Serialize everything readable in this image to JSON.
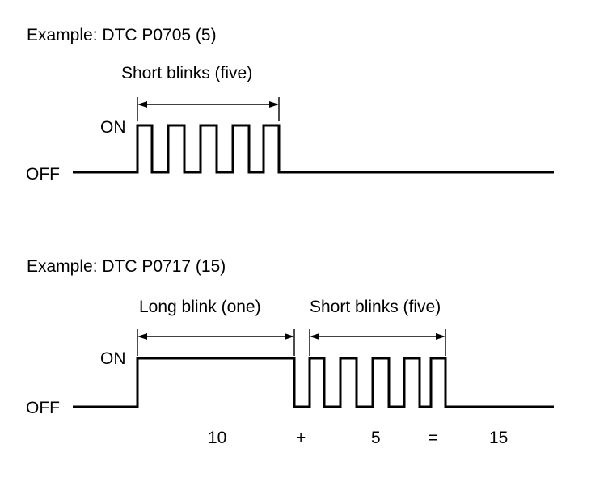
{
  "example1": {
    "title": "Example: DTC P0705 (5)",
    "span_label": "Short blinks (five)",
    "on_label": "ON",
    "off_label": "OFF"
  },
  "example2": {
    "title": "Example: DTC P0717 (15)",
    "long_label": "Long blink (one)",
    "short_label": "Short blinks (five)",
    "on_label": "ON",
    "off_label": "OFF",
    "equation": {
      "tens": "10",
      "plus": "+",
      "ones": "5",
      "equals": "=",
      "total": "15"
    }
  }
}
